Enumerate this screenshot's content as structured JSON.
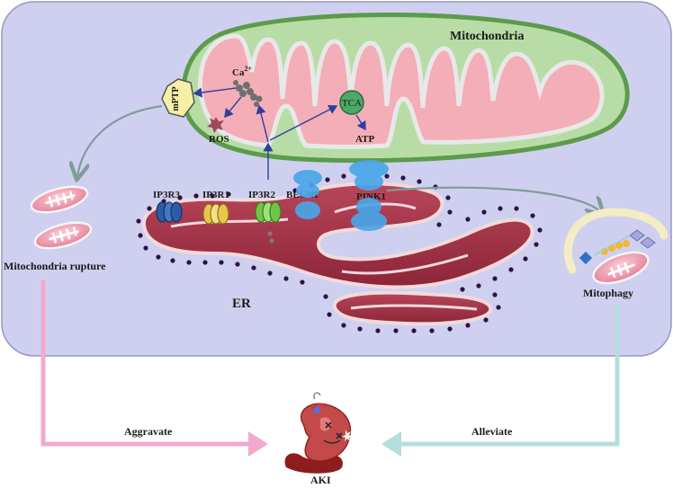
{
  "labels": {
    "mitochondria": "Mitochondria",
    "ca": "Ca",
    "ca_sup": "2+",
    "mptp": "mPTP",
    "ros": "ROS",
    "tca": "TCA",
    "atp": "ATP",
    "ip3r3": "IP3R3",
    "ip3r1": "IP3R1",
    "ip3r2": "IP3R2",
    "becn1": "BECN1",
    "pink1": "PINK1",
    "er": "ER",
    "mitochondria_rupture": "Mitochondria rupture",
    "mitophagy": "Mitophagy",
    "aggravate": "Aggravate",
    "alleviate": "Alleviate",
    "aki": "AKI"
  },
  "colors": {
    "cell_bg": "#cfd0ef",
    "mito_outer": "#b8dca6",
    "mito_inner": "#f3aeb8",
    "er_fill": "#a83547",
    "pink_arrow": "#f2a9cc",
    "teal_arrow": "#b5dedd",
    "blue_arrow": "#2e3f9c"
  }
}
